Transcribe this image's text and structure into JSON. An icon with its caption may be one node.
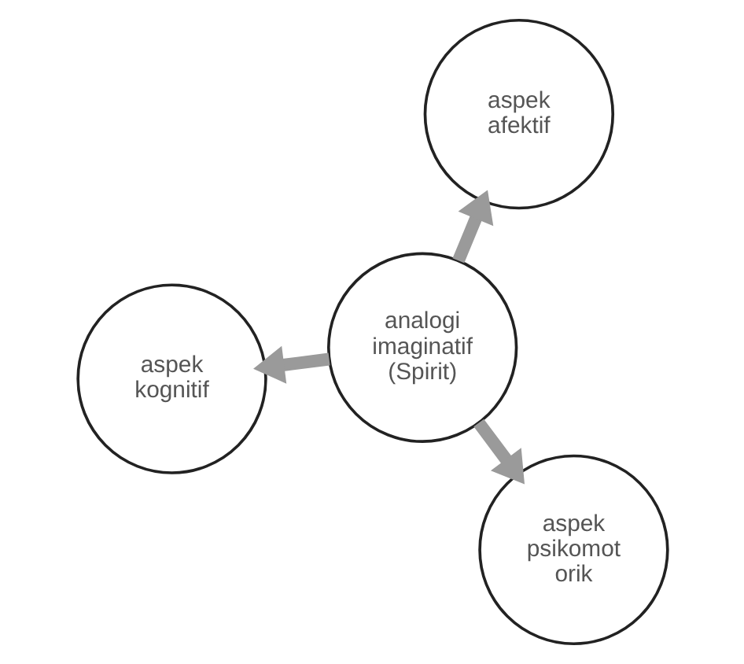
{
  "diagram": {
    "nodes": [
      {
        "text": [
          "aspek kognitif"
        ]
      },
      {
        "text": [
          "analogi imaginatif (Spirit)"
        ]
      },
      {
        "text": [
          "aspek psikomot orik"
        ]
      },
      {
        "text": [
          "aspek afektif"
        ]
      }
    ],
    "edges": [
      {
        "from": 1,
        "to": 0,
        "arrow": "to"
      },
      {
        "from": 1,
        "to": 2,
        "arrow": "to"
      },
      {
        "from": 1,
        "to": 3,
        "arrow": "to"
      }
    ]
  }
}
